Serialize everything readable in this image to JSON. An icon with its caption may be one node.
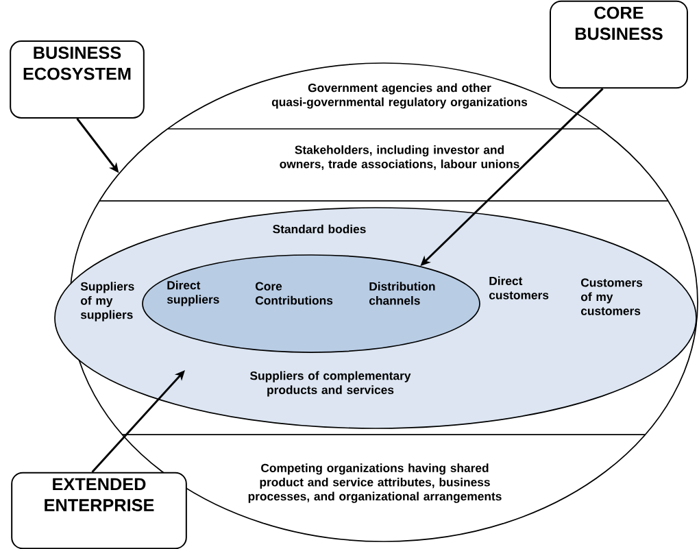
{
  "diagram": {
    "nodes": [
      {
        "text": [
          "BUSINESS ECOSYSTEM"
        ]
      },
      {
        "text": [
          "CORE BUSINESS"
        ]
      },
      {
        "text": [],
        "shape": "ellipse"
      },
      {
        "text": [
          "Government agencies and other quasi-governmental regulatory organizations"
        ],
        "in": 2
      },
      {
        "text": [
          "Stakeholders, including investor and owners, trade associations, labour unions"
        ],
        "in": 2
      },
      {
        "text": [
          "Standard bodies",
          "Suppliers of my suppliers",
          "Direct customers",
          "Customers of my customers",
          "Suppliers of complementary products and services"
        ],
        "in": 2
      },
      {
        "text": [
          "Direct suppliers",
          "Core Contributions",
          "Distribution channels"
        ],
        "in": 5
      },
      {
        "text": [
          "Competing organizations having shared product and service attributes, business processes, and organizational arrangements"
        ],
        "in": 2
      },
      {
        "text": [
          "EXTENDED ENTERPRISE"
        ]
      }
    ],
    "edges": [
      {
        "from": 0,
        "to": 2,
        "arrow": "to"
      },
      {
        "from": 1,
        "to": 6,
        "arrow": "to"
      },
      {
        "from": 8,
        "to": 5,
        "arrow": "to"
      }
    ]
  }
}
